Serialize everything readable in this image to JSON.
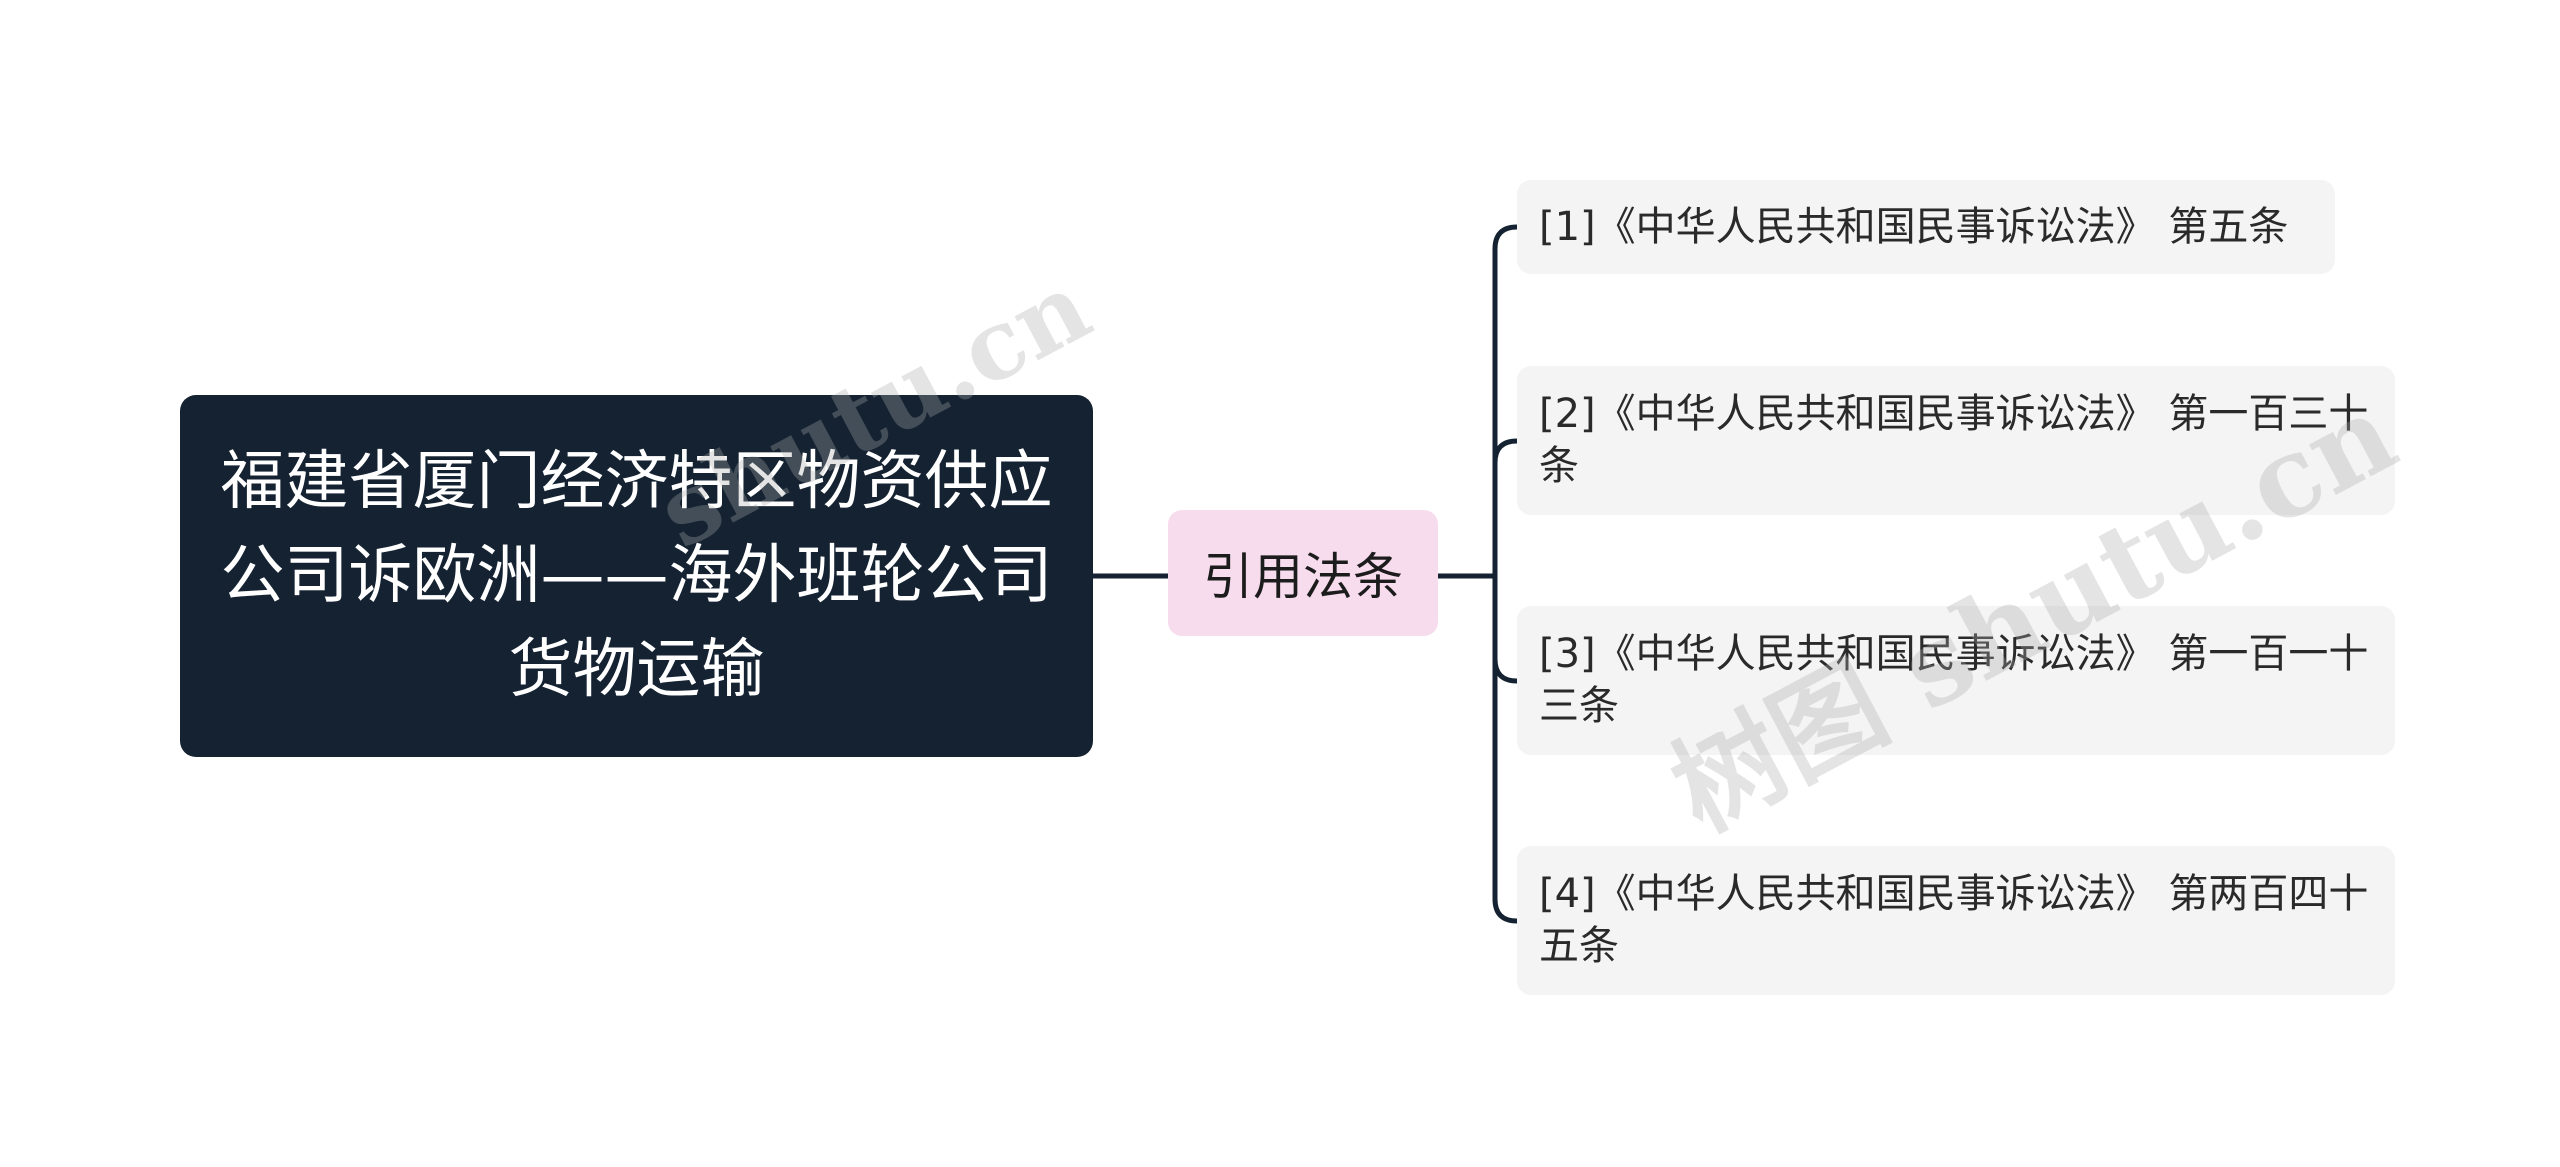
{
  "mindmap": {
    "root": {
      "title": "福建省厦门经济特区物资供应公司诉欧洲——海外班轮公司货物运输"
    },
    "branch": {
      "label": "引用法条",
      "color": "#f7dcee"
    },
    "leaves": [
      {
        "text": "[1]《中华人民共和国民事诉讼法》 第五条"
      },
      {
        "text": "[2]《中华人民共和国民事诉讼法》 第一百三十条"
      },
      {
        "text": "[3]《中华人民共和国民事诉讼法》 第一百一十三条"
      },
      {
        "text": "[4]《中华人民共和国民事诉讼法》 第两百四十五条"
      }
    ],
    "colors": {
      "root_bg": "#142231",
      "leaf_bg": "#f4f4f4",
      "connector": "#142231"
    }
  },
  "watermark": {
    "text_main": "树图 shutu.cn",
    "text_faint": "shutu.cn"
  }
}
